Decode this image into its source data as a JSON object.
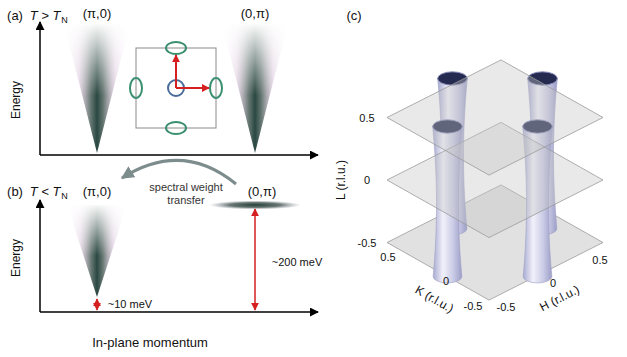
{
  "diagram": {
    "labels": [
      "(a)",
      "T > T",
      "N",
      "(π,0)",
      "(0,π)",
      "Energy",
      "(b)",
      "T < T",
      "N",
      "(π,0)",
      "(0,π)",
      "Energy",
      "spectral weight transfer",
      "~10 meV",
      "~200 meV",
      "In-plane momentum",
      "(c)",
      "L (r.l.u.)",
      "0.5",
      "0",
      "-0.5",
      "K (r.l.u.)",
      "0.5",
      "0",
      "-0.5",
      "H (r.l.u.)",
      "0.5",
      "0",
      "-0.5"
    ]
  }
}
